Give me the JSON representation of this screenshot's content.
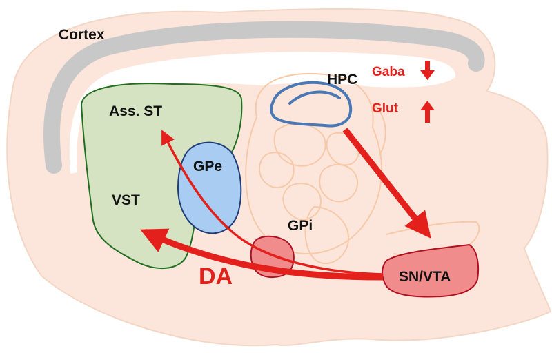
{
  "labels": {
    "cortex": "Cortex",
    "hpc": "HPC",
    "gaba": "Gaba",
    "glut": "Glut",
    "ass_st": "Ass. ST",
    "gpe": "GPe",
    "vst": "VST",
    "gpi": "GPi",
    "sn_vta": "SN/VTA",
    "da": "DA"
  },
  "modulation": {
    "gaba": "decrease",
    "glut": "increase"
  },
  "colors": {
    "brain_fill": "#fce6dc",
    "outline": "#f6c9a8",
    "cortex_band": "#c8c8c8",
    "striatum_fill": "#d6e3c3",
    "striatum_stroke": "#1f6f1f",
    "gpe_fill": "#a9cdf2",
    "gpe_stroke": "#1f3c78",
    "hpc_stroke": "#4a78b4",
    "sn_fill": "#f08c8c",
    "sn_stroke": "#b01020",
    "arrow_red": "#e3201b"
  }
}
